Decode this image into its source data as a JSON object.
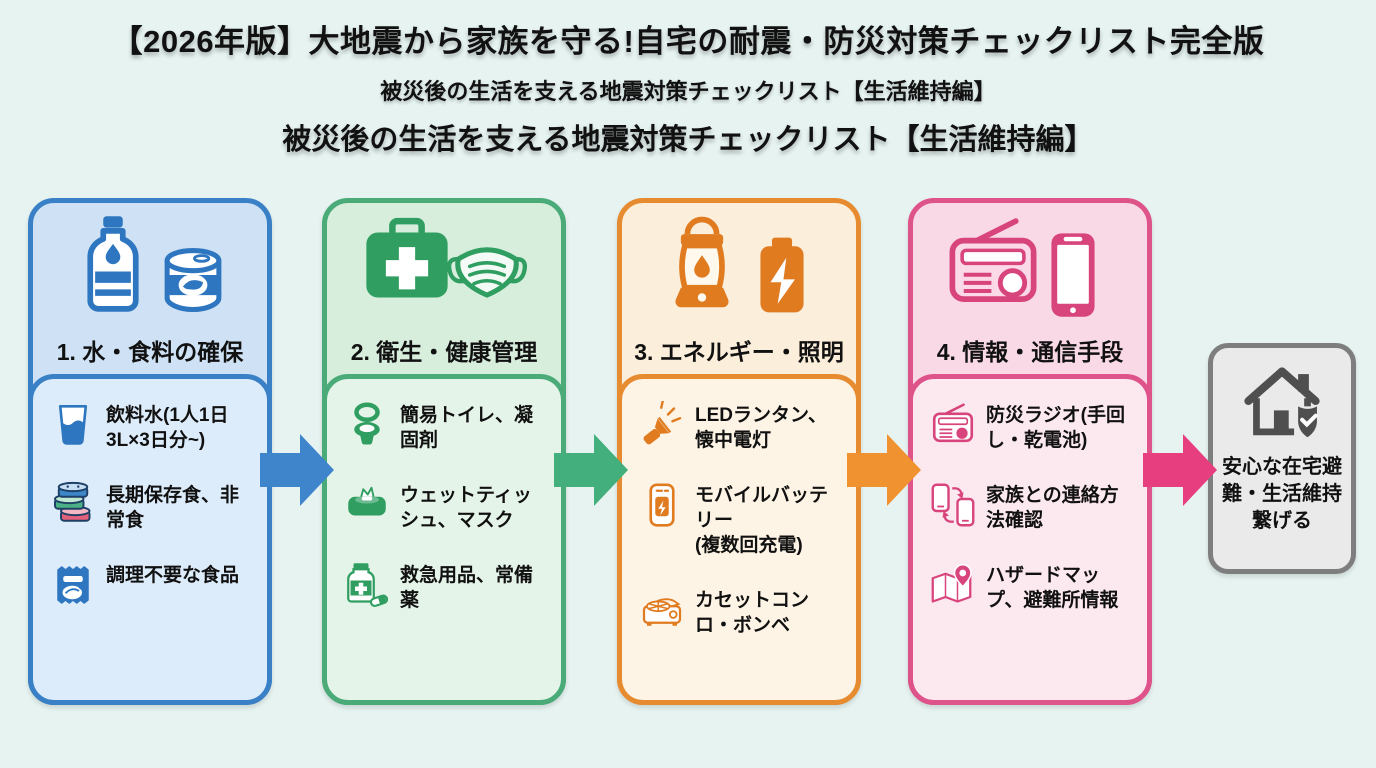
{
  "header": {
    "title": "【2026年版】大地震から家族を守る!自宅の耐震・防災対策チェックリスト完全版",
    "subtitle_small": "被災後の生活を支える地震対策チェックリスト【生活維持編】",
    "subtitle_large": "被災後の生活を支える地震対策チェックリスト【生活維持編】"
  },
  "background_color": "#e6f3f1",
  "steps": [
    {
      "title": "1. 水・食料の確保",
      "colors": {
        "border": "#3a80c6",
        "header_bg": "#cfe2f5",
        "body_bg": "#ddecfb",
        "icon": "#2e77c0",
        "arrow": "#3e85cc"
      },
      "header_icons": [
        "water-bottle-icon",
        "canned-food-icon"
      ],
      "items": [
        {
          "icon": "water-glass-icon",
          "text": "飲料水(1人1日3L×3日分~)"
        },
        {
          "icon": "stacked-cans-icon",
          "text": "長期保存食、非常食"
        },
        {
          "icon": "food-pouch-icon",
          "text": "調理不要な食品"
        }
      ]
    },
    {
      "title": "2. 衛生・健康管理",
      "colors": {
        "border": "#4aab78",
        "header_bg": "#d7eedd",
        "body_bg": "#e5f4e9",
        "icon": "#2f9e60",
        "arrow": "#42af7d"
      },
      "header_icons": [
        "first-aid-kit-icon",
        "face-mask-icon"
      ],
      "items": [
        {
          "icon": "toilet-icon",
          "text": "簡易トイレ、凝固剤"
        },
        {
          "icon": "wet-wipes-icon",
          "text": "ウェットティッシュ、マスク"
        },
        {
          "icon": "medicine-bottle-icon",
          "text": "救急用品、常備薬"
        }
      ]
    },
    {
      "title": "3. エネルギー・照明",
      "colors": {
        "border": "#e68b2f",
        "header_bg": "#fbeeda",
        "body_bg": "#fdf4e5",
        "icon": "#e07b20",
        "arrow": "#f0922f"
      },
      "header_icons": [
        "lantern-icon",
        "battery-icon"
      ],
      "items": [
        {
          "icon": "flashlight-icon",
          "text": "LEDランタン、懐中電灯"
        },
        {
          "icon": "powerbank-icon",
          "text": "モバイルバッテリー\n(複数回充電)"
        },
        {
          "icon": "camp-stove-icon",
          "text": "カセットコンロ・ボンベ"
        }
      ]
    },
    {
      "title": "4. 情報・通信手段",
      "colors": {
        "border": "#de5389",
        "header_bg": "#f9d9e5",
        "body_bg": "#fce8ef",
        "icon": "#d8447c",
        "arrow": "#e73e80"
      },
      "header_icons": [
        "radio-icon",
        "smartphone-icon"
      ],
      "items": [
        {
          "icon": "emergency-radio-icon",
          "text": "防災ラジオ(手回し・乾電池)"
        },
        {
          "icon": "phones-sync-icon",
          "text": "家族との連絡方法確認"
        },
        {
          "icon": "map-pin-icon",
          "text": "ハザードマップ、避難所情報"
        }
      ]
    }
  ],
  "goal": {
    "text": "安心な在宅避難・生活維持繋げる",
    "icon": "house-shield-icon",
    "colors": {
      "border": "#7e7e7e",
      "bg": "#eaeaea",
      "icon": "#4f4f4f"
    }
  }
}
